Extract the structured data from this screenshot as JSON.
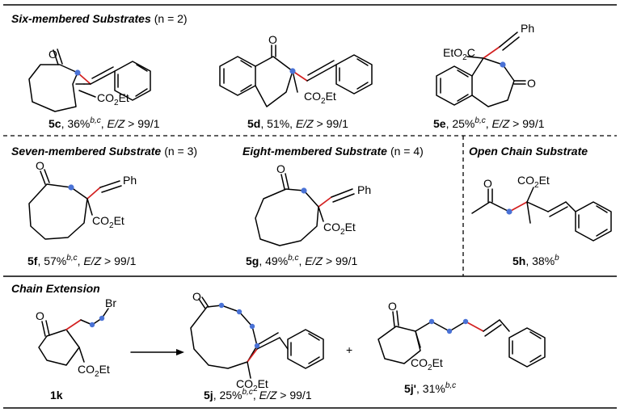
{
  "sections": {
    "six": {
      "title": "Six-membered Substrates",
      "n": "(n = 2)"
    },
    "seven": {
      "title": "Seven-membered Substrate",
      "n": "(n = 3)"
    },
    "eight": {
      "title": "Eight-membered Substrate",
      "n": "(n = 4)"
    },
    "open": {
      "title": "Open Chain Substrate"
    },
    "chain": {
      "title": "Chain Extension"
    }
  },
  "atoms": {
    "O": "O",
    "Ph": "Ph",
    "Br": "Br",
    "CO2": "CO",
    "two": "2",
    "Et": "Et",
    "EtO2C_a": "EtO",
    "EtO2C_b": "C"
  },
  "compounds": [
    {
      "id": "5c",
      "yield": "36%",
      "notes": "b,c",
      "ez_label": "E/Z",
      "ez": " > 99/1"
    },
    {
      "id": "5d",
      "yield": "51%",
      "notes": "",
      "ez_label": "E/Z",
      "ez": " > 99/1"
    },
    {
      "id": "5e",
      "yield": "25%",
      "notes": "b,c",
      "ez_label": "E/Z",
      "ez": " > 99/1"
    },
    {
      "id": "5f",
      "yield": "57%",
      "notes": "b,c",
      "ez_label": "E/Z",
      "ez": " > 99/1"
    },
    {
      "id": "5g",
      "yield": "49%",
      "notes": "b,c",
      "ez_label": "E/Z",
      "ez": " > 99/1"
    },
    {
      "id": "5h",
      "yield": "38%",
      "notes": "b",
      "ez_label": "",
      "ez": ""
    },
    {
      "id": "1k",
      "yield": "",
      "notes": "",
      "ez_label": "",
      "ez": ""
    },
    {
      "id": "5j",
      "yield": "25%",
      "notes": "b,c",
      "ez_label": "E/Z",
      "ez": " > 99/1"
    },
    {
      "id": "5j'",
      "yield": "31%",
      "notes": "b,c",
      "ez_label": "",
      "ez": ""
    }
  ],
  "plus": "+",
  "colors": {
    "new_bond": "#d32020",
    "migrated_carbon": "#4a72d6"
  }
}
